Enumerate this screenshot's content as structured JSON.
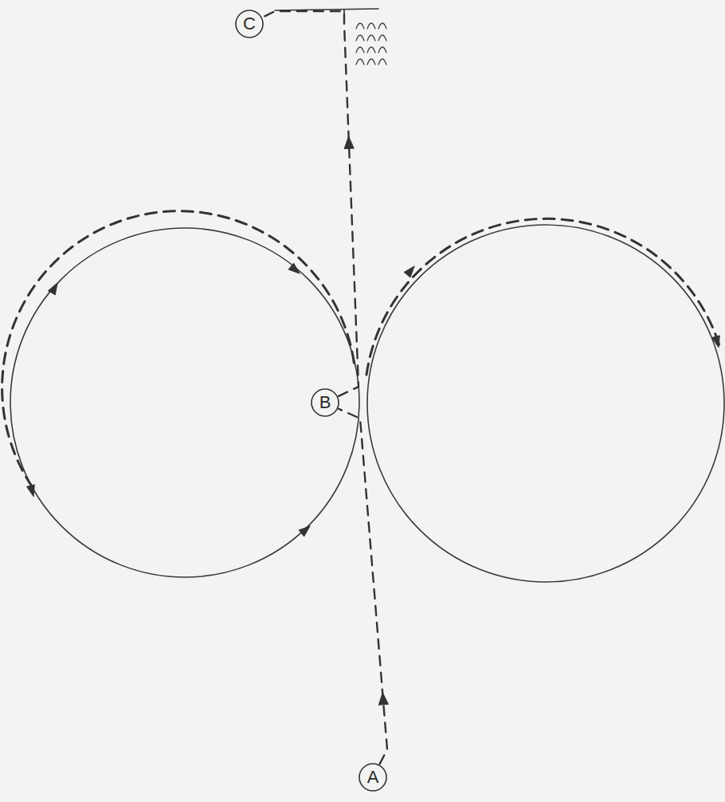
{
  "diagram": {
    "nodes": [
      {
        "text": [
          "C"
        ]
      },
      {
        "text": [
          "B"
        ]
      },
      {
        "text": [
          "A"
        ]
      }
    ],
    "edges": [
      {
        "from": 2,
        "to": 1,
        "arrow": "to"
      },
      {
        "from": 1,
        "to": 0,
        "arrow": "to"
      }
    ]
  }
}
